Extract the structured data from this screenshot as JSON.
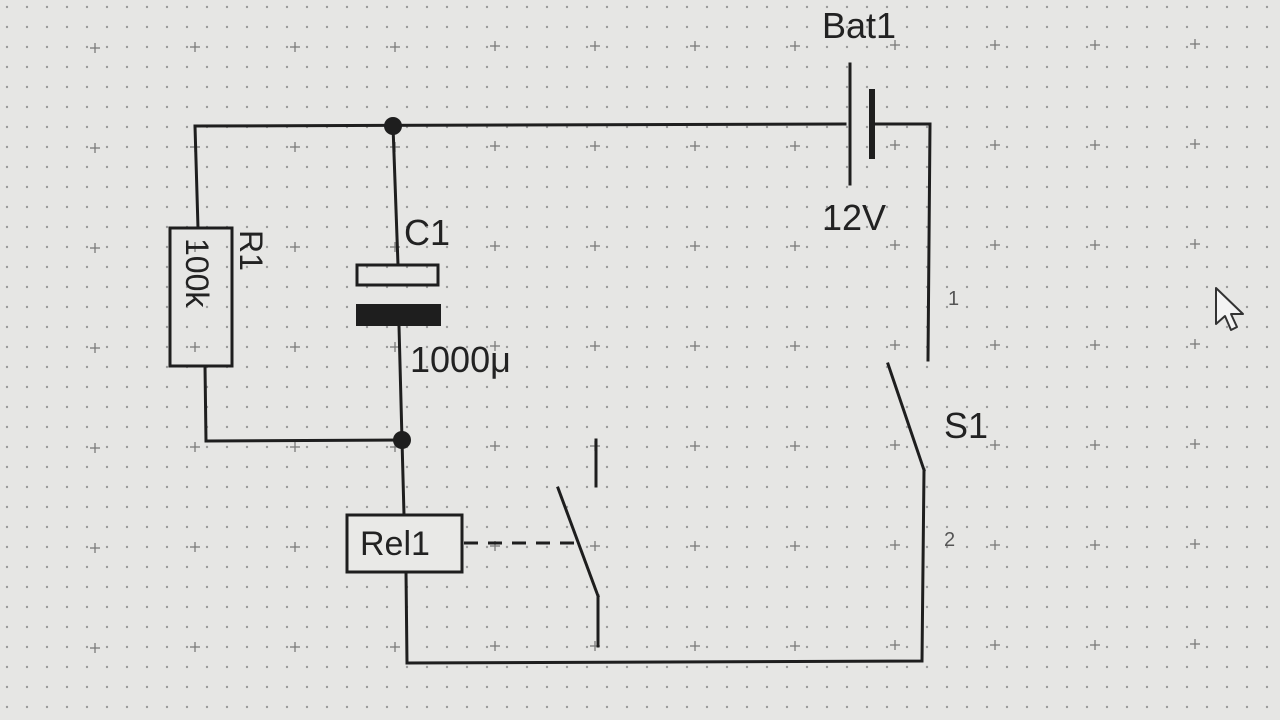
{
  "colors": {
    "background": "#e6e6e4",
    "wire": "#1e1e1e",
    "grid_dot": "#9a9a9a",
    "grid_cross": "#7a7a7a"
  },
  "components": {
    "battery": {
      "name": "Bat1",
      "value": "12V"
    },
    "resistor": {
      "name": "R1",
      "value": "100k"
    },
    "capacitor": {
      "name": "C1",
      "value": "1000μ"
    },
    "relay": {
      "name": "Rel1"
    },
    "switch": {
      "name": "S1",
      "pin1": "1",
      "pin2": "2"
    }
  },
  "cursor": {
    "icon": "mouse-pointer-icon"
  }
}
